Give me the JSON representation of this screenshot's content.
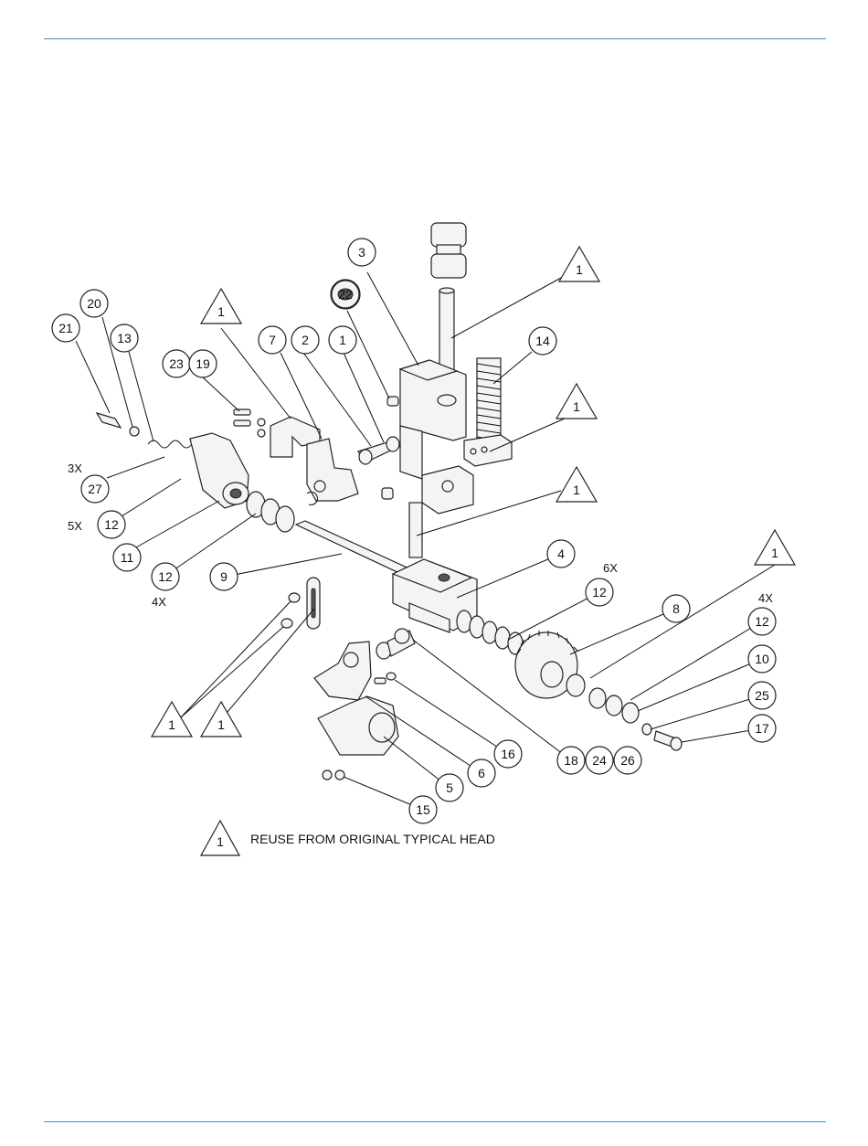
{
  "diagram": {
    "balloons": [
      {
        "id": "b21",
        "label": "21"
      },
      {
        "id": "b20",
        "label": "20"
      },
      {
        "id": "b13",
        "label": "13"
      },
      {
        "id": "b23",
        "label": "23"
      },
      {
        "id": "b19",
        "label": "19"
      },
      {
        "id": "b7",
        "label": "7"
      },
      {
        "id": "b2",
        "label": "2"
      },
      {
        "id": "b1a",
        "label": "1"
      },
      {
        "id": "b3",
        "label": "3"
      },
      {
        "id": "b22",
        "label": "22"
      },
      {
        "id": "b14",
        "label": "14"
      },
      {
        "id": "b27",
        "label": "27"
      },
      {
        "id": "b12a",
        "label": "12"
      },
      {
        "id": "b11",
        "label": "11"
      },
      {
        "id": "b12b",
        "label": "12"
      },
      {
        "id": "b9",
        "label": "9"
      },
      {
        "id": "b4",
        "label": "4"
      },
      {
        "id": "b12c",
        "label": "12"
      },
      {
        "id": "b8",
        "label": "8"
      },
      {
        "id": "b12d",
        "label": "12"
      },
      {
        "id": "b10",
        "label": "10"
      },
      {
        "id": "b25",
        "label": "25"
      },
      {
        "id": "b17",
        "label": "17"
      },
      {
        "id": "b16",
        "label": "16"
      },
      {
        "id": "b6",
        "label": "6"
      },
      {
        "id": "b5",
        "label": "5"
      },
      {
        "id": "b15",
        "label": "15"
      },
      {
        "id": "b18",
        "label": "18"
      },
      {
        "id": "b24",
        "label": "24"
      },
      {
        "id": "b26",
        "label": "26"
      }
    ],
    "triangles": [
      {
        "id": "t1",
        "label": "1"
      },
      {
        "id": "t2",
        "label": "1"
      },
      {
        "id": "t3",
        "label": "1"
      },
      {
        "id": "t4",
        "label": "1"
      },
      {
        "id": "t5",
        "label": "1"
      },
      {
        "id": "t6",
        "label": "1"
      },
      {
        "id": "t7",
        "label": "1"
      }
    ],
    "quantities": [
      {
        "id": "q1",
        "label": "3X"
      },
      {
        "id": "q2",
        "label": "5X"
      },
      {
        "id": "q3",
        "label": "4X"
      },
      {
        "id": "q4",
        "label": "6X"
      },
      {
        "id": "q5",
        "label": "4X"
      }
    ],
    "legend": {
      "symbol": "1",
      "text": "REUSE FROM ORIGINAL TYPICAL HEAD"
    }
  }
}
